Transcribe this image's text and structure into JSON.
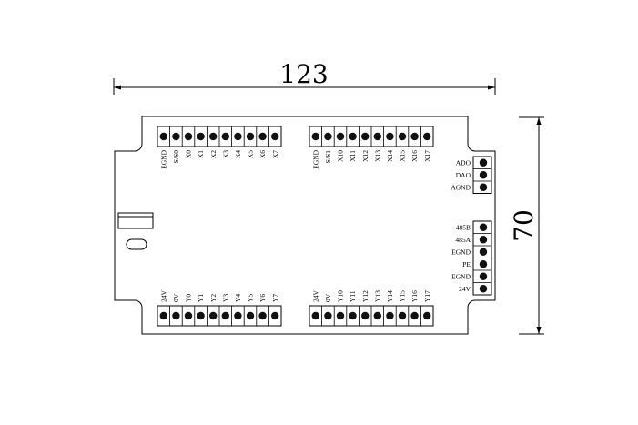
{
  "dimensions": {
    "width_label": "123",
    "height_label": "70"
  },
  "connectors": {
    "top_left": [
      "EGND",
      "S/S0",
      "X0",
      "X1",
      "X2",
      "X3",
      "X4",
      "X5",
      "X6",
      "X7"
    ],
    "top_right": [
      "EGND",
      "S/S1",
      "X10",
      "X11",
      "X12",
      "X13",
      "X14",
      "X15",
      "X16",
      "X17"
    ],
    "bottom_left": [
      "24V",
      "0V",
      "Y0",
      "Y1",
      "Y2",
      "Y3",
      "Y4",
      "Y5",
      "Y6",
      "Y7"
    ],
    "bottom_right": [
      "24V",
      "0V",
      "Y10",
      "Y11",
      "Y12",
      "Y13",
      "Y14",
      "Y15",
      "Y16",
      "Y17"
    ],
    "side_analog": [
      "ADO",
      "DAO",
      "AGND"
    ],
    "side_power": [
      "485B",
      "485A",
      "EGND",
      "PE",
      "EGND",
      "24V"
    ]
  },
  "colors": {
    "line": "#000000",
    "pin": "#111111",
    "background": "#ffffff"
  }
}
